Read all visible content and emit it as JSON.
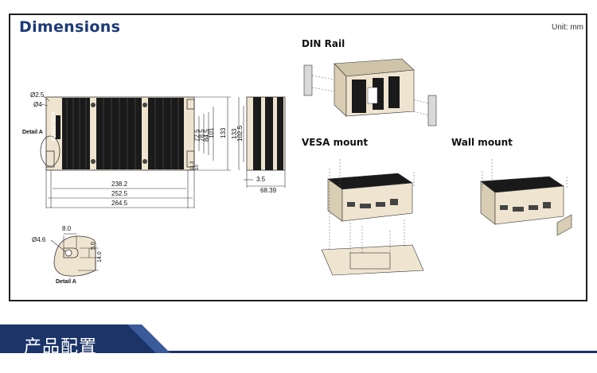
{
  "header": {
    "title": "Dimensions",
    "unit": "Unit: mm"
  },
  "sections": {
    "din_rail": "DIN Rail",
    "vesa_mount": "VESA mount",
    "wall_mount": "Wall mount"
  },
  "front_view": {
    "hole_small": "Ø2.5",
    "hole_large": "Ø4",
    "detail_label": "Detail A",
    "brand": "ADVANTECH",
    "widths": [
      "238.2",
      "252.5",
      "264.5"
    ],
    "heights": [
      "72.5",
      "78.5",
      "84.5",
      "101",
      "133",
      "11.3",
      "10"
    ]
  },
  "side_view": {
    "heights": [
      "133",
      "102.5"
    ],
    "offset": "3.5",
    "depth": "68.39"
  },
  "detail": {
    "hole": "Ø4.6",
    "width": "8.0",
    "h1": "5.0",
    "h2": "14.0",
    "label": "Detail A"
  },
  "banner": {
    "text": "产品配置"
  },
  "colors": {
    "title": "#1c3a78",
    "banner_dark": "#1c3468",
    "banner_light": "#3a5a9a",
    "heatsink": "#1a1a1a",
    "chassis": "#efe4cf"
  }
}
